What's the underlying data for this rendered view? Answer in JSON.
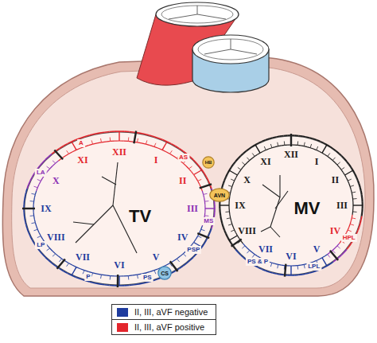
{
  "diagram": {
    "nodes": [
      {
        "text": [
          "TV"
        ]
      },
      {
        "text": [
          "MV"
        ]
      },
      {
        "text": [
          "HB"
        ]
      },
      {
        "text": [
          "AVN"
        ]
      },
      {
        "text": [
          "CS"
        ]
      }
    ],
    "labels": [
      "XII",
      "I",
      "II",
      "III",
      "IV",
      "V",
      "VI",
      "VII",
      "VIII",
      "IX",
      "X",
      "XI",
      "A",
      "AS",
      "MS",
      "PSP",
      "PS",
      "P",
      "LP",
      "LA",
      "XII",
      "I",
      "II",
      "III",
      "IV",
      "V",
      "VI",
      "VII",
      "VIII",
      "IX",
      "X",
      "XI",
      "PS & P",
      "LPL",
      "HPL"
    ],
    "legend": [
      {
        "text": "II, III, aVF negative",
        "color": "#1f3c9e"
      },
      {
        "text": "II, III, aVF positive",
        "color": "#e3262d"
      }
    ]
  }
}
